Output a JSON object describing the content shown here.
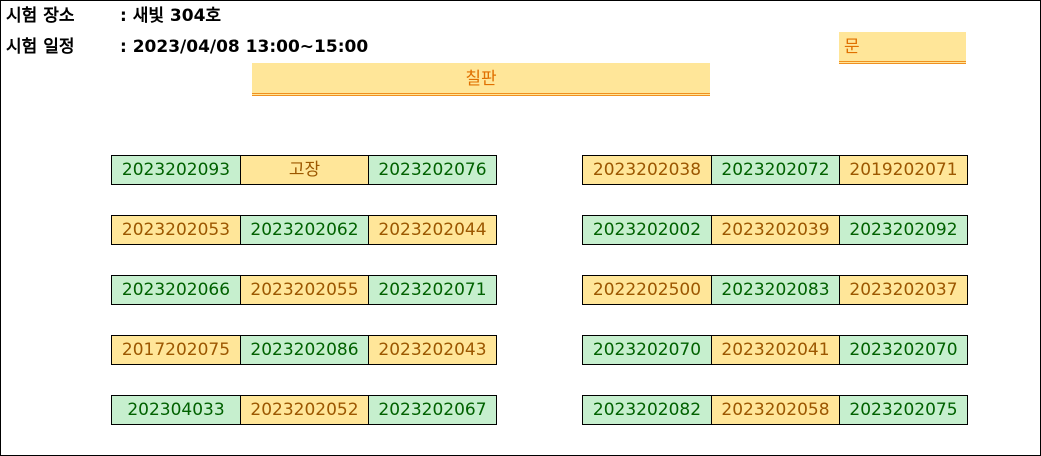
{
  "header": {
    "place_label": "시험 장소",
    "place_value": ": 새빛 304호",
    "date_label": "시험 일정",
    "date_value": ": 2023/04/08 13:00~15:00"
  },
  "room": {
    "blackboard": "칠판",
    "door": "문"
  },
  "colors": {
    "green_fill": "#c6efce",
    "green_text": "#006100",
    "yellow_fill": "#ffe699",
    "yellow_text": "#9c5700",
    "banner_text": "#e07000"
  },
  "seating": {
    "left": [
      [
        "2023202093",
        "고장",
        "2023202076"
      ],
      [
        "2023202053",
        "2023202062",
        "2023202044"
      ],
      [
        "2023202066",
        "2023202055",
        "2023202071"
      ],
      [
        "2017202075",
        "2023202086",
        "2023202043"
      ],
      [
        "202304033",
        "2023202052",
        "2023202067"
      ]
    ],
    "right": [
      [
        "2023202038",
        "2023202072",
        "2019202071"
      ],
      [
        "2023202002",
        "2023202039",
        "2023202092"
      ],
      [
        "2022202500",
        "2023202083",
        "2023202037"
      ],
      [
        "2023202070",
        "2023202041",
        "2023202070"
      ],
      [
        "2023202082",
        "2023202058",
        "2023202075"
      ]
    ]
  }
}
